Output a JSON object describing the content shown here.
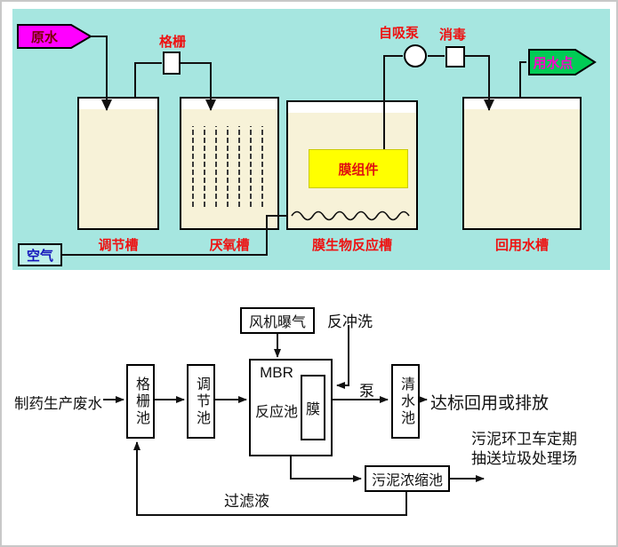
{
  "top_diagram": {
    "panel_bg": "#a6e6e0",
    "raw_water_label": "原水",
    "grid_label": "格栅",
    "pump_label": "自吸泵",
    "disinfect_label": "消毒",
    "use_point_label": "用水点",
    "air_label": "空气",
    "membrane_module_label": "膜组件",
    "tank_labels": {
      "regulation": "调节槽",
      "anaerobic": "厌氧槽",
      "mbr": "膜生物反应槽",
      "reuse": "回用水槽"
    },
    "colors": {
      "raw_water_arrow": "#ff00ff",
      "use_point_arrow": "#00cc55",
      "use_point_text": "#ff00cc",
      "membrane_module_bg": "#ffff00",
      "label_red": "#ee1111",
      "tank_liquid": "#f7f2d8",
      "air_text_blue": "#1414bb",
      "panel_cyan": "#a6e6e0"
    }
  },
  "flow_diagram": {
    "influent_label": "制药生产废水",
    "blower_label": "风机曝气",
    "backwash_label": "反冲洗",
    "grid_tank_label": "格栅池",
    "regulation_tank_label": "调节池",
    "mbr_title": "MBR",
    "mbr_subtitle": "反应池",
    "membrane_label": "膜",
    "pump_label": "泵",
    "clear_tank_label": "清水池",
    "effluent_label": "达标回用或排放",
    "sludge_note_line1": "污泥环卫车定期",
    "sludge_note_line2": "抽送垃圾处理场",
    "sludge_tank_label": "污泥浓缩池",
    "filtrate_label": "过滤液"
  }
}
